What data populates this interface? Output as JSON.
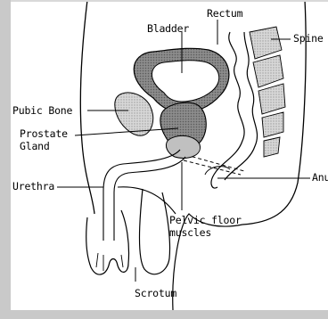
{
  "labels": {
    "bladder": "Bladder",
    "rectum": "Rectum",
    "spine": "Spine",
    "pubic_bone": "Pubic Bone",
    "prostate_line1": "Prostate",
    "prostate_line2": "Gland",
    "urethra": "Urethra",
    "anus": "Anus",
    "pelvic_floor_line1": "Pelvic floor",
    "pelvic_floor_line2": "muscles",
    "scrotum": "Scrotum"
  },
  "colors": {
    "bladder_wall": "#8a8a8a",
    "prostate": "#7a7a7a",
    "bone": "#cfcfcf",
    "spine_light": "#e6e6e6",
    "frame": "#c9c9c9"
  }
}
